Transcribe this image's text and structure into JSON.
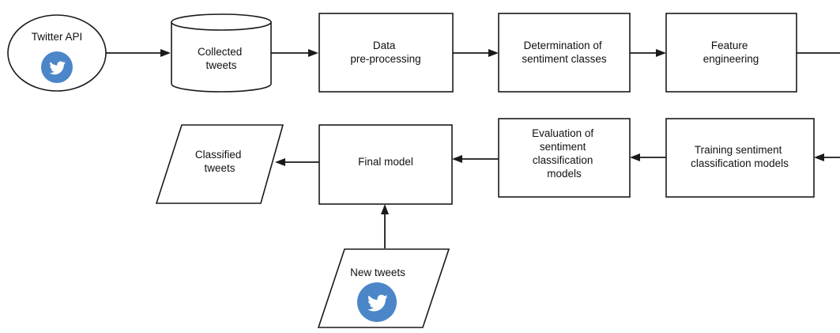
{
  "nodes": {
    "twitter_api": {
      "label": "Twitter API",
      "icon": "twitter-bird-icon"
    },
    "collected_tweets": {
      "lines": [
        "Collected",
        "tweets"
      ]
    },
    "data_preprocessing": {
      "lines": [
        "Data",
        "pre-processing"
      ]
    },
    "sentiment_classes": {
      "lines": [
        "Determination of",
        "sentiment classes"
      ]
    },
    "feature_engineering": {
      "lines": [
        "Feature",
        "engineering"
      ]
    },
    "training_models": {
      "lines": [
        "Training sentiment",
        "classification models"
      ]
    },
    "evaluation_models": {
      "lines": [
        "Evaluation of",
        "sentiment",
        "classification",
        "models"
      ]
    },
    "final_model": {
      "label": "Final model"
    },
    "classified_tweets": {
      "lines": [
        "Classified",
        "tweets"
      ]
    },
    "new_tweets": {
      "label": "New tweets",
      "icon": "twitter-bird-icon"
    }
  },
  "colors": {
    "twitter_blue": "#4a86c8",
    "stroke": "#1a1a1a"
  }
}
